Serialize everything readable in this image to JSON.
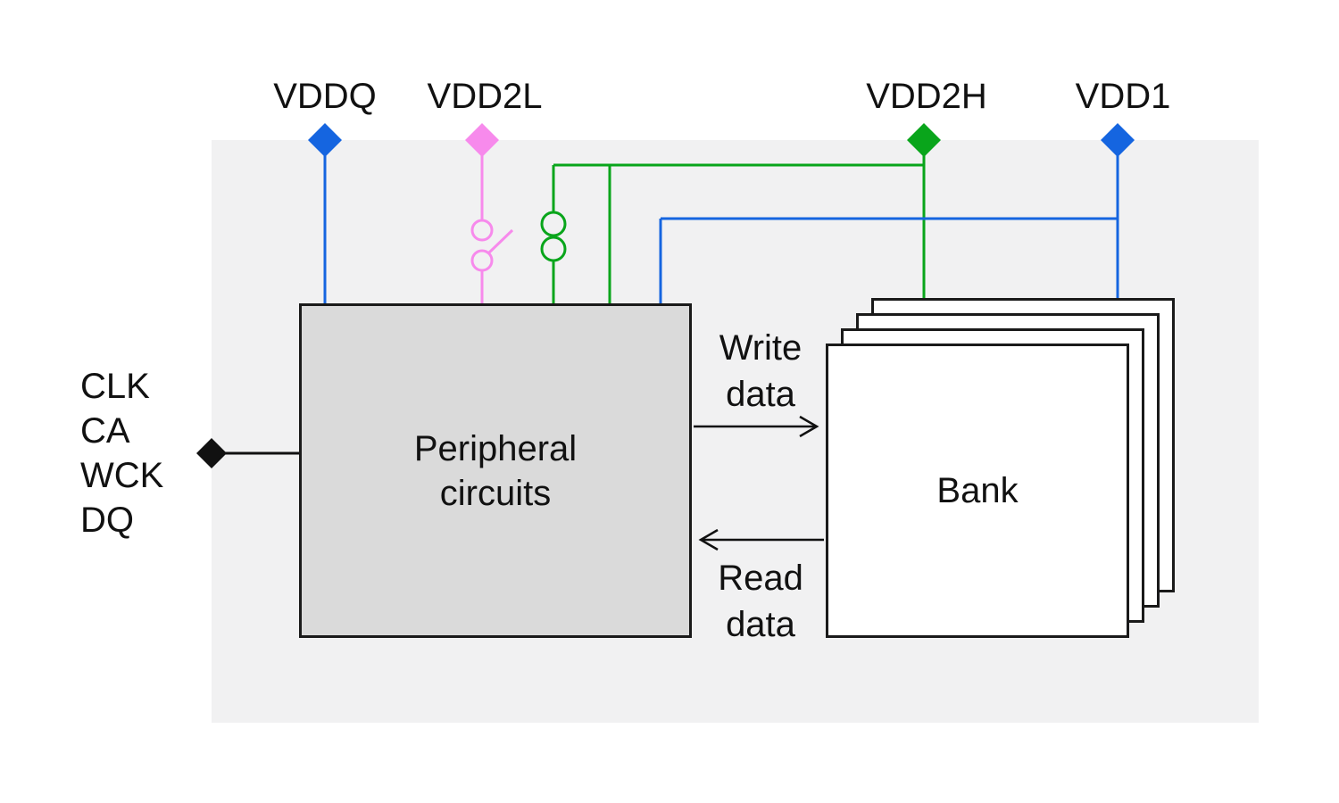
{
  "colors": {
    "vddq": "#1565e0",
    "vdd2l": "#f78aec",
    "vdd2h": "#09a51b",
    "vdd1": "#1565e0",
    "wire_black": "#111111"
  },
  "rails": {
    "vddq": "VDDQ",
    "vdd2l": "VDD2L",
    "vdd2h": "VDD2H",
    "vdd1": "VDD1"
  },
  "inputs": [
    "CLK",
    "CA",
    "WCK",
    "DQ"
  ],
  "blocks": {
    "peripheral": [
      "Peripheral",
      "circuits"
    ],
    "bank": "Bank"
  },
  "flows": {
    "write": [
      "Write",
      "data"
    ],
    "read": [
      "Read",
      "data"
    ]
  }
}
